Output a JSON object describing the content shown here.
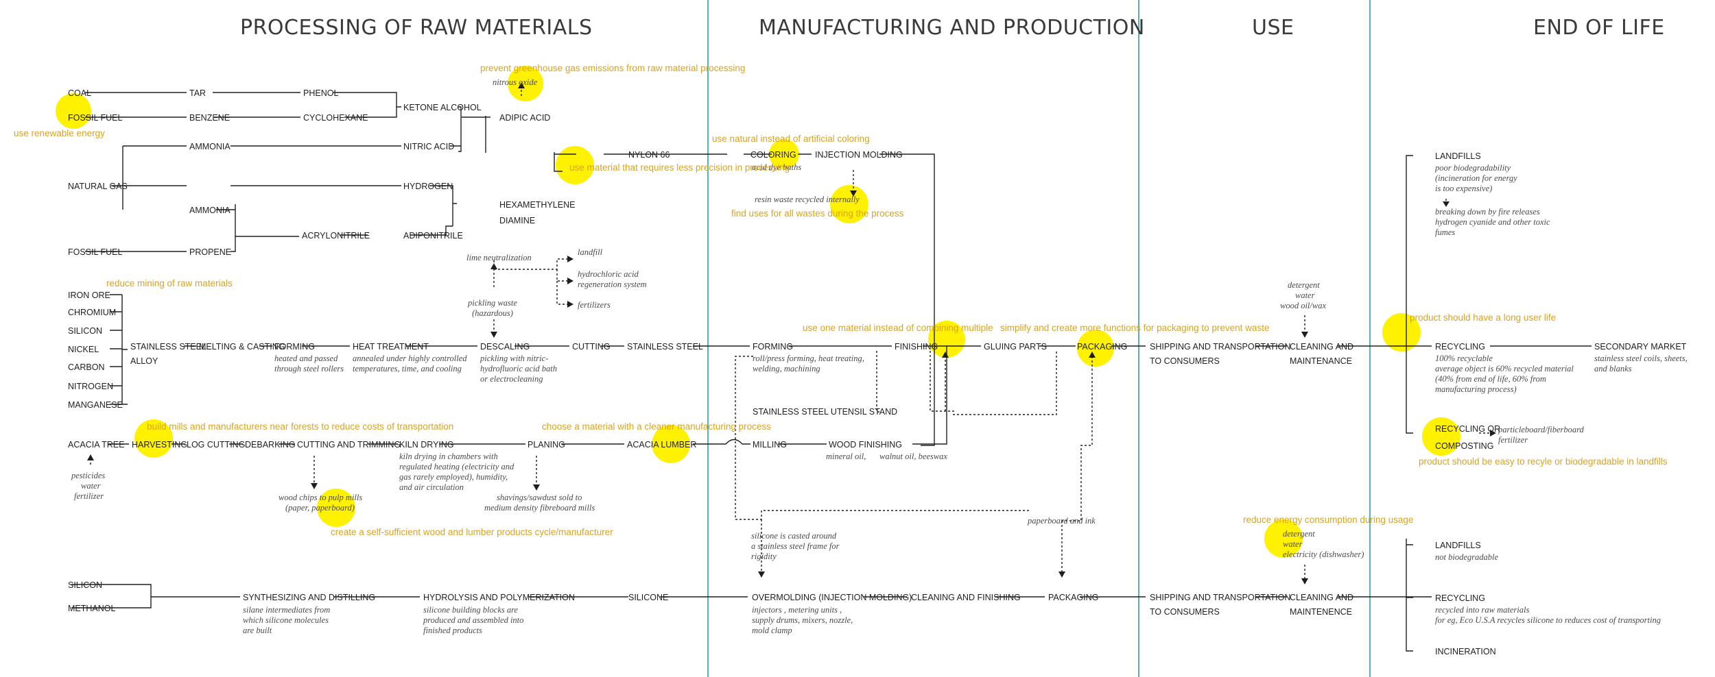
{
  "headers": {
    "processing": "PROCESSING OF RAW MATERIALS",
    "manufacturing": "MANUFACTURING   AND PRODUCTION",
    "use": "USE",
    "end_of_life": "END OF LIFE"
  },
  "colors": {
    "accent_text": "#d9a321",
    "highlight_circle": "#fff200",
    "divider": "#2b9ea6",
    "line": "#1e1e1e"
  },
  "nodes": {
    "coal": "COAL",
    "tar": "TAR",
    "phenol": "PHENOL",
    "fossil_fuel_1": "FOSSIL FUEL",
    "benzene": "BENZENE",
    "cyclohexane": "CYCLOHEXANE",
    "ketone_alcohol": "KETONE ALCOHOL",
    "adipic_acid": "ADIPIC ACID",
    "ammonia_1": "AMMONIA",
    "nitric_acid": "NITRIC ACID",
    "natural_gas": "NATURAL GAS",
    "hydrogen": "HYDROGEN",
    "ammonia_2": "AMMONIA",
    "hexamethylene": "HEXAMETHYLENE",
    "diamine": "DIAMINE",
    "fossil_fuel_2": "FOSSIL FUEL",
    "propene": "PROPENE",
    "acrylonitrile": "ACRYLONITRILE",
    "adiponitrile": "ADIPONITRILE",
    "nylon_66": "NYLON 66",
    "coloring": "COLORING",
    "injection_molding": "INJECTION MOLDING",
    "iron_ore": "IRON ORE",
    "chromium": "CHROMIUM",
    "silicon_1": "SILICON",
    "nickel": "NICKEL",
    "carbon": "CARBON",
    "nitrogen": "NITROGEN",
    "manganese": "MANGANESE",
    "stainless_steel_alloy_1": "STAINLESS STEEL",
    "stainless_steel_alloy_2": "ALLOY",
    "melting_casting": "MELTING & CASTING",
    "forming_1": "FORMING",
    "heat_treatment": "HEAT TREATMENT",
    "descaling": "DESCALING",
    "cutting": "CUTTING",
    "stainless_steel": "STAINLESS STEEL",
    "forming_2": "FORMING",
    "finishing": "FINISHING",
    "gluing_parts": "GLUING PARTS",
    "packaging_1": "PACKAGING",
    "shipping_1a": "SHIPPING AND TRANSPORTATION",
    "shipping_1b": "TO CONSUMERS",
    "cleaning_1a": "CLEANING AND",
    "cleaning_1b": "MAINTENANCE",
    "recycling_1": "RECYCLING",
    "secondary_market": "SECONDARY MARKET",
    "landfills_1": "LANDFILLS",
    "recycling_or": "RECYCLING OR",
    "composting": "COMPOSTING",
    "utensil_stand": "STAINLESS STEEL UTENSIL STAND",
    "acacia_tree": "ACACIA TREE",
    "harvesting": "HARVESTING",
    "log_cutting": "LOG CUTTING",
    "debarking": "DEBARKING",
    "cutting_trimming": "CUTTING AND TRIMMING",
    "kiln_drying": "KILN DRYING",
    "planing": "PLANING",
    "acacia_lumber": "ACACIA LUMBER",
    "milling": "MILLING",
    "wood_finishing": "WOOD FINISHING",
    "silicon_2": "SILICON",
    "methanol": "METHANOL",
    "synthesizing": "SYNTHESIZING AND DISTILLING",
    "hydrolysis": "HYDROLYSIS AND POLYMERIZATION",
    "silicone": "SILICONE",
    "overmolding": "OVERMOLDING (INJECTION MOLDING)",
    "cleaning_finishing": "CLEANING AND FINISHING",
    "packaging_2": "PACKAGING",
    "shipping_2a": "SHIPPING AND TRANSPORTATION",
    "shipping_2b": "TO CONSUMERS",
    "cleaning_2a": "CLEANING AND",
    "cleaning_2b": "MAINTENENCE",
    "landfills_2": "LANDFILLS",
    "recycling_2": "RECYCLING",
    "incineration": "INCINERATION"
  },
  "notes": {
    "nitrous_oxide": "nitrous oxide",
    "acid_dye": "acid dye baths",
    "resin_waste": "resin waste recycled  internally",
    "lime": "lime neutralization",
    "landfill": "landfill",
    "hcl_1": "hydrochloric acid",
    "hcl_2": "regeneration system",
    "fertilizers": "fertilizers",
    "pickling_1": "pickling waste",
    "pickling_2": "(hazardous)",
    "forming1_1": "heated and passed",
    "forming1_2": "through steel rollers",
    "heat_1": "annealed under highly controlled",
    "heat_2": "temperatures, time, and cooling",
    "desc_1": "pickling with nitric-",
    "desc_2": "hydrofluoric acid bath",
    "desc_3": "or electrocleaning",
    "forming2_1": "roll/press forming, heat treating,",
    "forming2_2": "welding, machining",
    "detergent1_1": "detergent",
    "detergent1_2": "water",
    "detergent1_3": "wood oil/wax",
    "recyc1_1": "100% recyclable",
    "recyc1_2": "average object is 60% recycled material",
    "recyc1_3": "(40% from end of life, 60% from",
    "recyc1_4": "manufacturing process)",
    "secondary_1": "stainless steel coils, sheets,",
    "secondary_2": "and blanks",
    "landf1_1": "poor biodegradability",
    "landf1_2": "(incineration for energy",
    "landf1_3": "is too expensive)",
    "landf1_4": "breaking down by fire releases",
    "landf1_5": "hydrogen cyanide and other toxic",
    "landf1_6": "fumes",
    "particle_1": "particleboard/fiberboard",
    "particle_2": "fertilizer",
    "pest_1": "pesticides",
    "pest_2": "water",
    "pest_3": "fertilizer",
    "chips_1": "wood chips to pulp mills",
    "chips_2": "(paper, paperboard)",
    "kiln_1": "kiln drying in chambers with",
    "kiln_2": "regulated heating (electricity and",
    "kiln_3": "gas rarely employed), humidity,",
    "kiln_4": "and air circulation",
    "shavings_1": "shavings/sawdust sold to",
    "shavings_2": "medium density fibreboard mills",
    "mineral_oil": "mineral oil,",
    "walnut_oil": "walnut oil, beeswax",
    "paperboard_ink": "paperboard and ink",
    "silicone_cast_1": "silicone is casted around",
    "silicone_cast_2": "a stainless steel frame for",
    "silicone_cast_3": "rigidity",
    "synth_1": "silane intermediates from",
    "synth_2": "which silicone molecules",
    "synth_3": "are built",
    "hydro_1": "silicone building blocks are",
    "hydro_2": "produced and assembled into",
    "hydro_3": "finished products",
    "over_1": "injectors , metering units ,",
    "over_2": "supply drums, mixers, nozzle,",
    "over_3": "mold clamp",
    "detergent2_1": "detergent",
    "detergent2_2": "water",
    "detergent2_3": "electricity (dishwasher)",
    "not_biodeg": "not biodegradable",
    "recyc2_1": "recycled into raw materials",
    "recyc2_2": "for eg, Eco U.S.A recycles silicone to reduces cost of transporting"
  },
  "annotations": {
    "greenhouse": "prevent greenhouse gas emissions from raw material processing",
    "renewable": "use renewable energy",
    "natural_coloring": "use natural instead of artificial coloring",
    "precision": "use material that requires less precision in processing",
    "waste_uses": "find uses for all wastes during  the process",
    "mining": "reduce mining of raw materials",
    "one_material": "use one material instead    of combining multiple",
    "packaging_fn": "simplify and create more functions for packaging to prevent waste",
    "long_life": "product should have a long user life",
    "mills_near": "build mills and manufacturers near forests to reduce costs of transportation",
    "cleaner_mfg": "choose a material with a cleaner manufacturing process",
    "self_sufficient": "create a self-sufficient wood and lumber products cycle/manufacturer",
    "easy_recycle": "product should be easy to recyle or biodegradable in landfills",
    "energy": "reduce energy consumption during usage"
  }
}
